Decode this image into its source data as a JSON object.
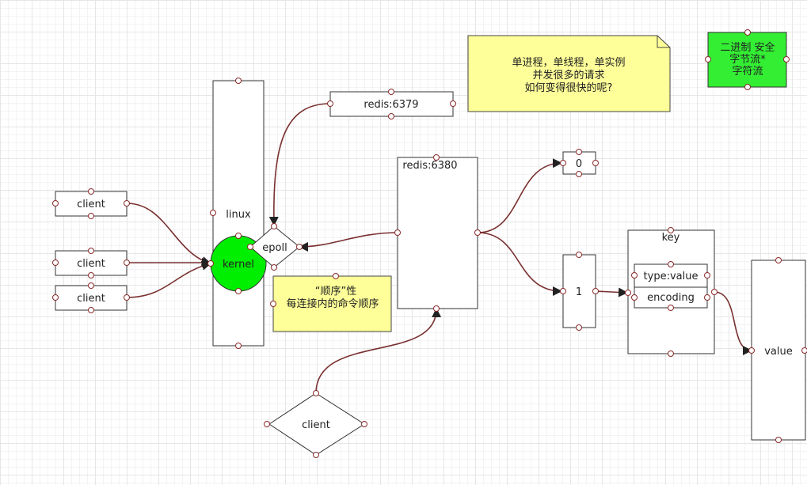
{
  "nodes": {
    "linux": "linux",
    "kernel": "kernel",
    "epoll": "epoll",
    "redis_6379": "redis:6379",
    "redis_6380": "redis:6380",
    "client_1": "client",
    "client_2": "client",
    "client_3": "client",
    "client_bottom": "client",
    "db_0": "0",
    "db_1": "1",
    "key": "key",
    "type_value": "type:value",
    "encoding": "encoding",
    "value": "value"
  },
  "notes": {
    "question": [
      "单进程，单线程，单实例",
      "并发很多的请求",
      "如何变得很快的呢?"
    ],
    "order": [
      "“顺序”性",
      "每连接内的命令顺序"
    ],
    "binary": [
      "二进制  安全",
      "字节流*",
      "字符流"
    ]
  },
  "colors": {
    "note_yellow": "#ffff99",
    "kernel_green": "#00ee00",
    "binary_green": "#33ee33",
    "connector": "#7a3030"
  }
}
